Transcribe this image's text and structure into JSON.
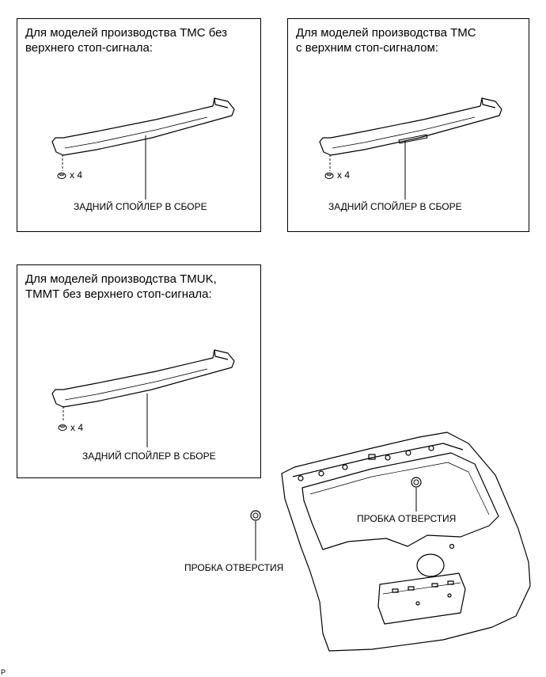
{
  "panels": [
    {
      "title_line1": "Для моделей производства TMC без",
      "title_line2": "верхнего стоп-сигнала:",
      "quantity": "x 4",
      "part_label": "ЗАДНИЙ СПОЙЛЕР В СБОРЕ"
    },
    {
      "title_line1": "Для моделей производства TMC",
      "title_line2": "с верхним стоп-сигналом:",
      "quantity": "x 4",
      "part_label": "ЗАДНИЙ СПОЙЛЕР В СБОРЕ"
    },
    {
      "title_line1": "Для моделей производства TMUK,",
      "title_line2": "TMMT без верхнего стоп-сигнала:",
      "quantity": "x 4",
      "part_label": "ЗАДНИЙ СПОЙЛЕР В СБОРЕ"
    }
  ],
  "door": {
    "plug_label_right": "ПРОБКА ОТВЕРСТИЯ",
    "plug_label_left": "ПРОБКА ОТВЕРСТИЯ"
  },
  "corner_mark": "P"
}
